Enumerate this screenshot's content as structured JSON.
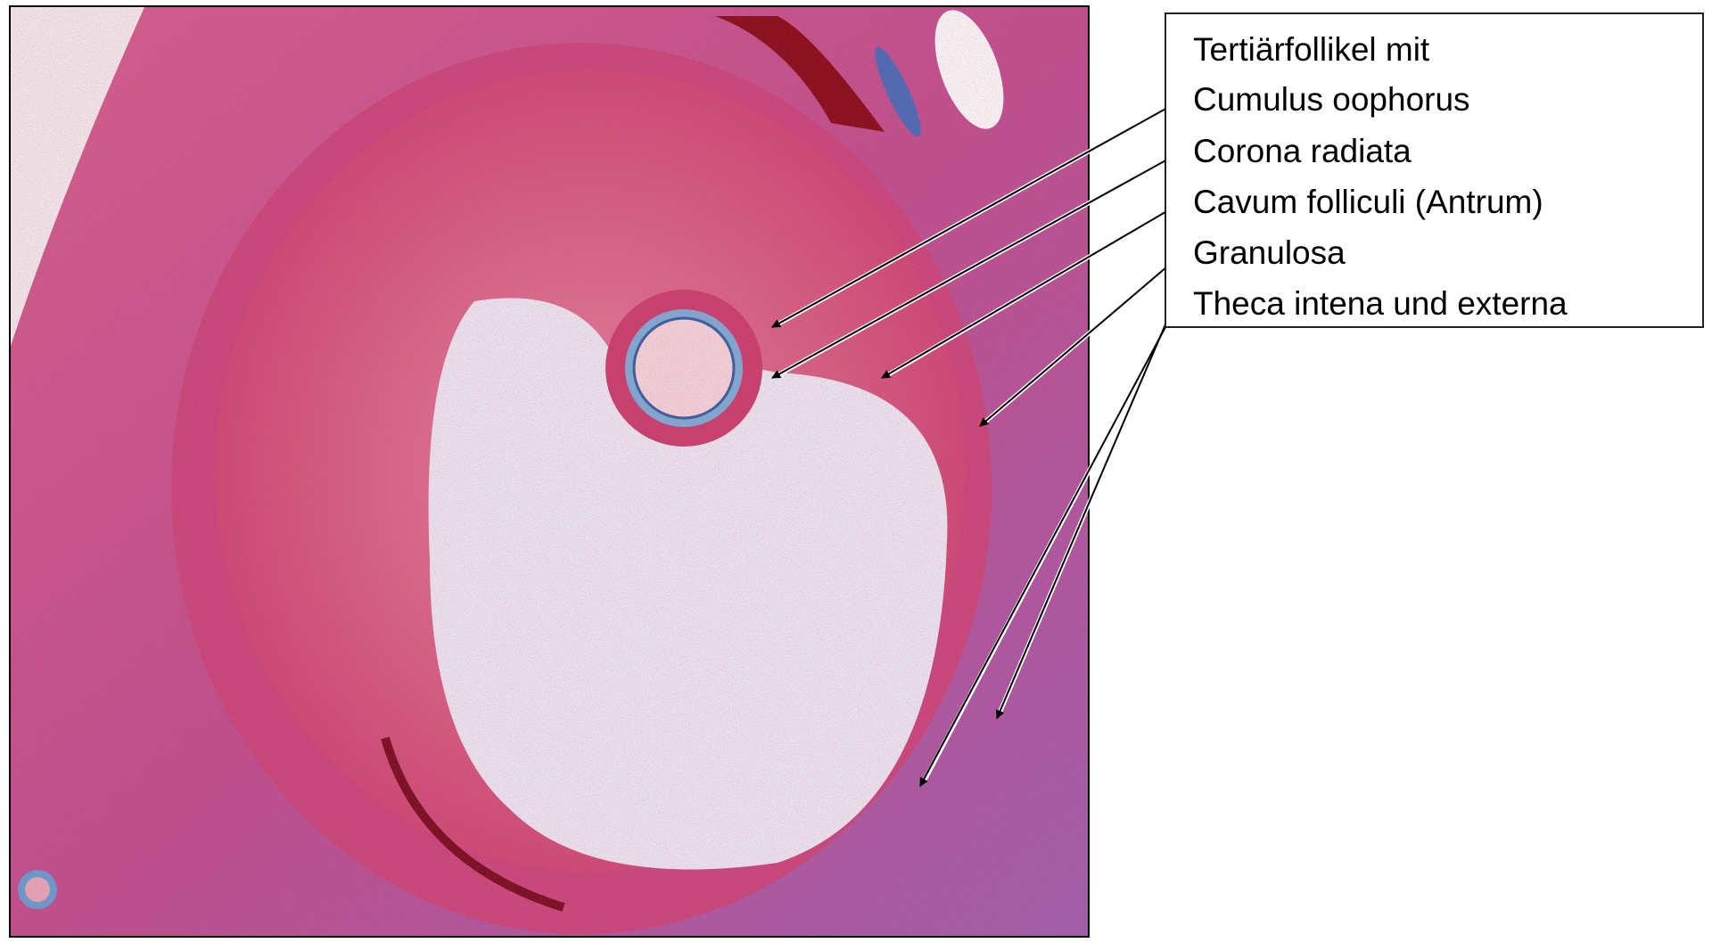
{
  "legend": {
    "title": "Tertiärfollikel mit",
    "items": [
      "Cumulus oophorus",
      "Corona radiata",
      "Cavum folliculi (Antrum)",
      "Granulosa",
      "Theca intena und externa"
    ]
  },
  "colors": {
    "stroma": "#c8407a",
    "granulosa": "#d0506e",
    "antrum": "#ece6ee",
    "zona": "#7fa6cf",
    "blood": "#8a0f1a"
  }
}
